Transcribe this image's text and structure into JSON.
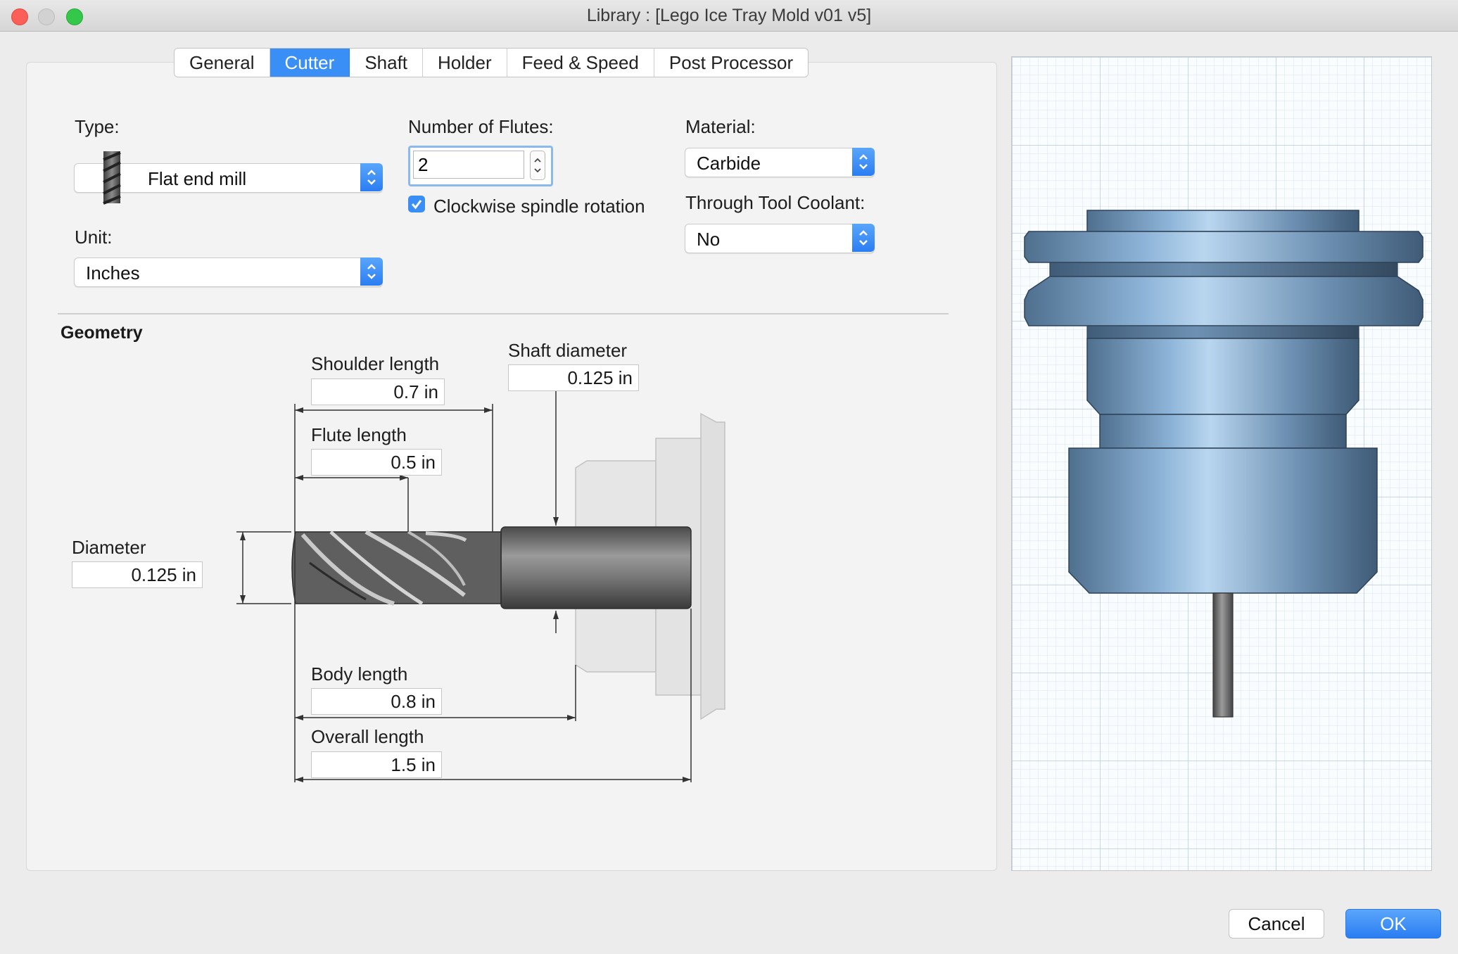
{
  "window": {
    "title": "Library :  [Lego Ice Tray Mold v01 v5]"
  },
  "tabs": [
    "General",
    "Cutter",
    "Shaft",
    "Holder",
    "Feed & Speed",
    "Post Processor"
  ],
  "active_tab": "Cutter",
  "form": {
    "type_label": "Type:",
    "type_value": "Flat end mill",
    "unit_label": "Unit:",
    "unit_value": "Inches",
    "flutes_label": "Number of Flutes:",
    "flutes_value": "2",
    "clockwise_label": "Clockwise spindle rotation",
    "clockwise_checked": true,
    "material_label": "Material:",
    "material_value": "Carbide",
    "coolant_label": "Through Tool Coolant:",
    "coolant_value": "No"
  },
  "geometry": {
    "heading": "Geometry",
    "shoulder_length_label": "Shoulder length",
    "shoulder_length": "0.7 in",
    "flute_length_label": "Flute length",
    "flute_length": "0.5 in",
    "shaft_diameter_label": "Shaft diameter",
    "shaft_diameter": "0.125 in",
    "diameter_label": "Diameter",
    "diameter": "0.125 in",
    "body_length_label": "Body length",
    "body_length": "0.8 in",
    "overall_length_label": "Overall length",
    "overall_length": "1.5 in"
  },
  "buttons": {
    "cancel": "Cancel",
    "ok": "OK"
  },
  "colors": {
    "accent": "#3a8ff6",
    "holder": "#6e91b3",
    "tool": "#5c5c5c"
  }
}
